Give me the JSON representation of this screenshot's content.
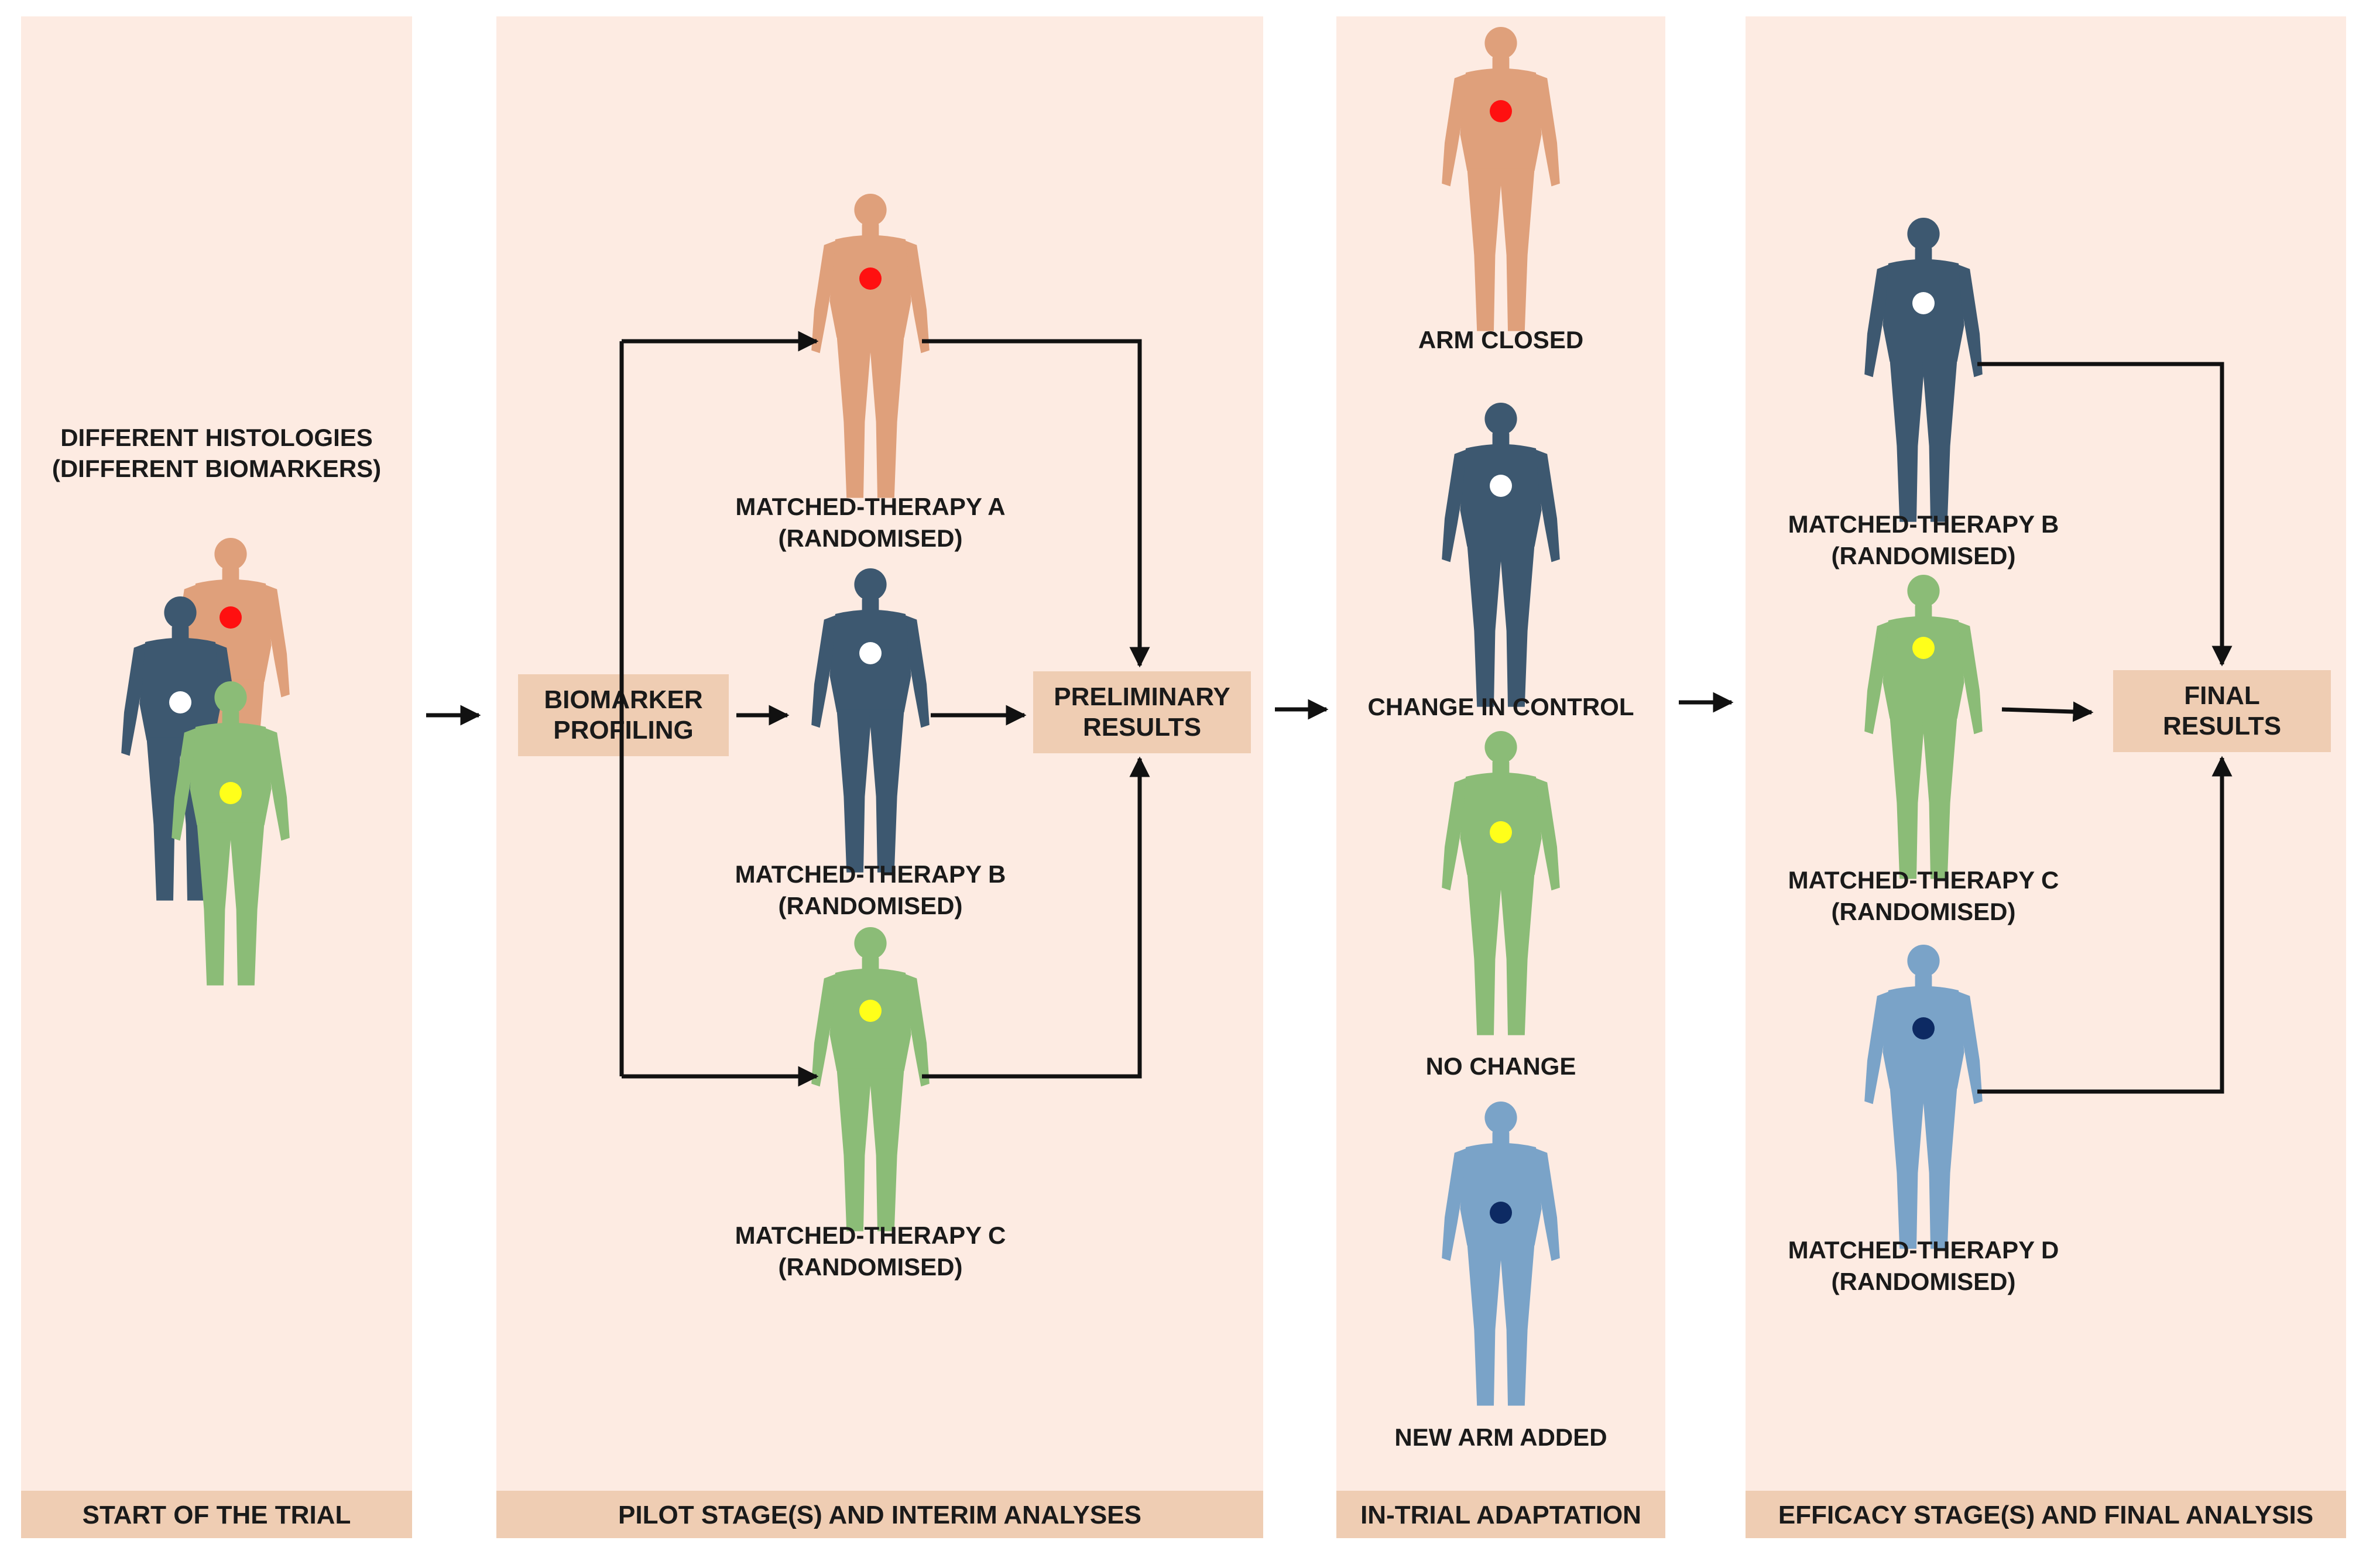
{
  "colors": {
    "panel_bg": "#fdebe2",
    "footer_bg": "#efcdb3",
    "box_bg": "#efcdb3",
    "arrow": "#111111",
    "figure_orange": "#dfa07b",
    "figure_navy": "#3d5870",
    "figure_green": "#8bbc77",
    "figure_lightblue": "#7aa3c8",
    "marker_red": "#ff1010",
    "marker_white": "#ffffff",
    "marker_yellow": "#ffff1a",
    "marker_darkblue": "#0d2a63"
  },
  "icons": [
    "human-figure-icon",
    "biomarker-dot-icon"
  ],
  "footers": {
    "start": "START OF THE TRIAL",
    "pilot": "PILOT STAGE(S) AND INTERIM ANALYSES",
    "adaptation": "IN-TRIAL ADAPTATION",
    "efficacy": "EFFICACY STAGE(S) AND FINAL ANALYSIS"
  },
  "start": {
    "title_line1": "DIFFERENT HISTOLOGIES",
    "title_line2": "(DIFFERENT BIOMARKERS)"
  },
  "pilot": {
    "profiling_line1": "BIOMARKER",
    "profiling_line2": "PROFILING",
    "preliminary_line1": "PRELIMINARY",
    "preliminary_line2": "RESULTS",
    "arm_a_line1": "MATCHED-THERAPY A",
    "arm_a_line2": "(RANDOMISED)",
    "arm_b_line1": "MATCHED-THERAPY B",
    "arm_b_line2": "(RANDOMISED)",
    "arm_c_line1": "MATCHED-THERAPY C",
    "arm_c_line2": "(RANDOMISED)"
  },
  "adaptation": {
    "arm_closed": "ARM CLOSED",
    "change_in_control": "CHANGE IN CONTROL",
    "no_change": "NO CHANGE",
    "new_arm_added": "NEW ARM ADDED"
  },
  "efficacy": {
    "arm_b_line1": "MATCHED-THERAPY B",
    "arm_b_line2": "(RANDOMISED)",
    "arm_c_line1": "MATCHED-THERAPY C",
    "arm_c_line2": "(RANDOMISED)",
    "arm_d_line1": "MATCHED-THERAPY D",
    "arm_d_line2": "(RANDOMISED)",
    "final_line1": "FINAL",
    "final_line2": "RESULTS"
  }
}
